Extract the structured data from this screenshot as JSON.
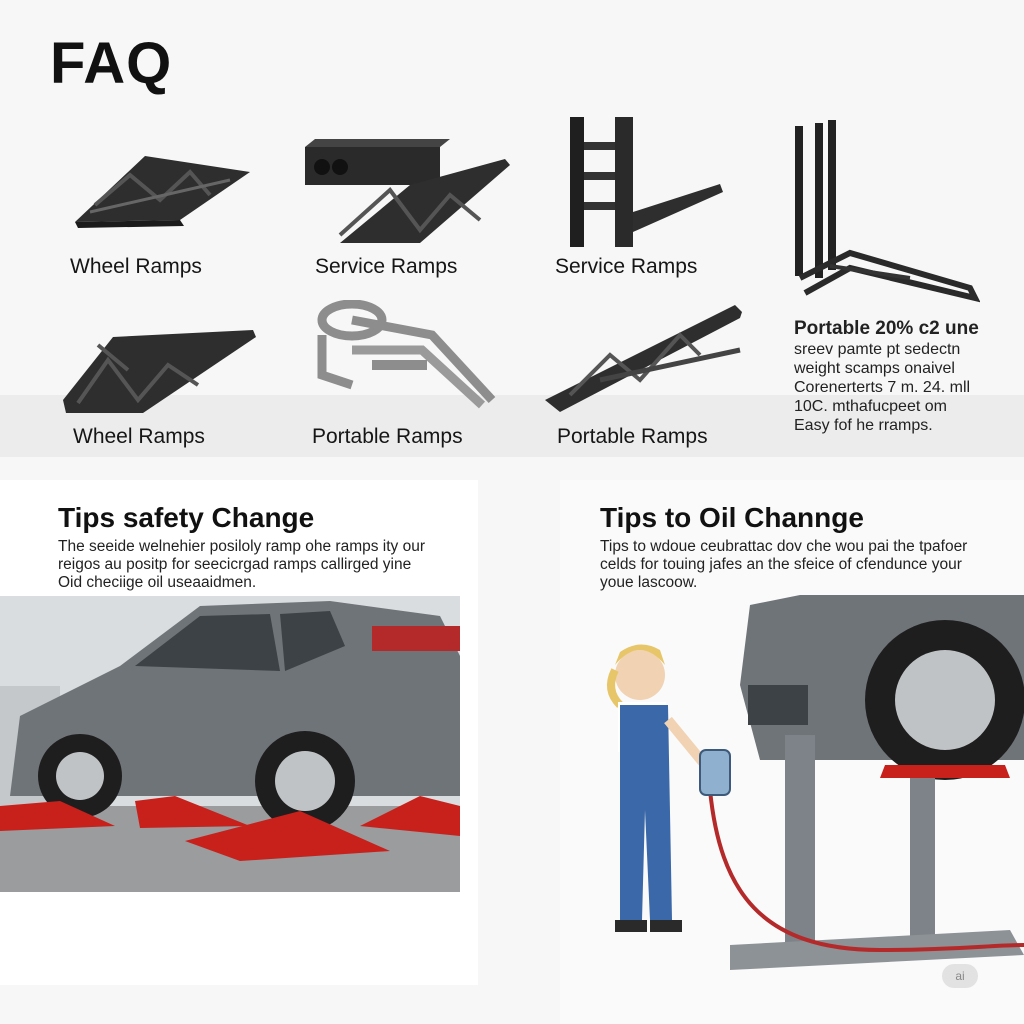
{
  "page": {
    "title": "FAQ"
  },
  "products": [
    {
      "label": "Wheel Ramps"
    },
    {
      "label": "Service Ramps"
    },
    {
      "label": "Service Ramps"
    },
    {
      "label": "Wheel Ramps"
    },
    {
      "label": "Portable Ramps"
    },
    {
      "label": "Portable Ramps"
    }
  ],
  "note": {
    "title": "Portable 20% c2 une",
    "lines": [
      "sreev pamte pt sedectn",
      "weight scamps onaivel",
      "Corenerterts 7 m. 24. mll",
      "10C. mthafucpeet om",
      "Easy fof he rramps."
    ]
  },
  "tips_left": {
    "title": "Tips safety Change",
    "body": "The seeide welnehier posiloly ramp ohe ramps ity our reigos au positp for seecicrgad ramps callirged yine Oid checiige oil useaaidmen."
  },
  "tips_right": {
    "title": "Tips to Oil Channge",
    "body": "Tips to wdoue ceubrattac dov che wou pai the tpafoer celds for touing jafes an the sfeice of cfendunce your youe lascoow."
  },
  "badge": {
    "text": "ai"
  },
  "colors": {
    "ramp_dark": "#2b2b2b",
    "ramp_gray": "#8d8d8d",
    "ramp_red": "#c8201b",
    "car_gray": "#6f7478",
    "overall_blue": "#3b68a8"
  }
}
